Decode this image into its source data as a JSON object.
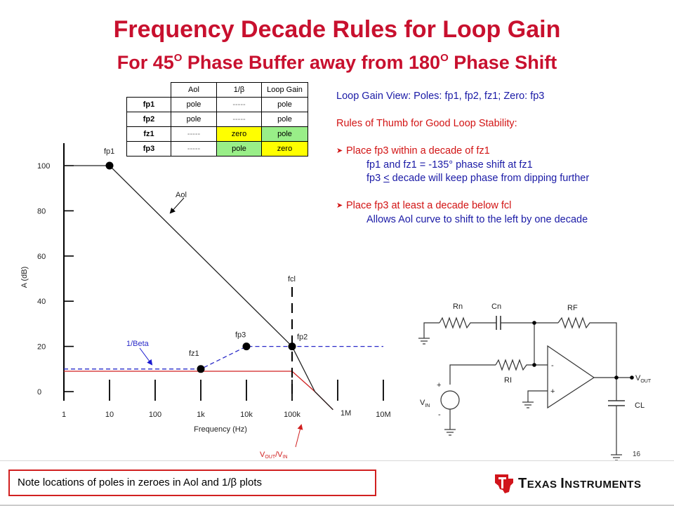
{
  "title": {
    "line1": "Frequency Decade Rules for Loop Gain",
    "line2_pre": "For 45",
    "line2_sup1": "O",
    "line2_mid": " Phase Buffer away from 180",
    "line2_sup2": "O",
    "line2_post": " Phase Shift"
  },
  "table": {
    "headers": [
      "Aol",
      "1/β",
      "Loop Gain"
    ],
    "rows": [
      {
        "label": "fp1",
        "cells": [
          "pole",
          "-----",
          "pole"
        ],
        "styles": [
          "",
          "dim",
          ""
        ]
      },
      {
        "label": "fp2",
        "cells": [
          "pole",
          "-----",
          "pole"
        ],
        "styles": [
          "",
          "dim",
          ""
        ]
      },
      {
        "label": "fz1",
        "cells": [
          "-----",
          "zero",
          "pole"
        ],
        "styles": [
          "dim",
          "yel",
          "grn"
        ]
      },
      {
        "label": "fp3",
        "cells": [
          "-----",
          "pole",
          "zero"
        ],
        "styles": [
          "dim",
          "grn",
          "yel"
        ]
      }
    ]
  },
  "notes": {
    "view": "Loop Gain View: Poles: fp1, fp2, fz1; Zero: fp3",
    "rules_title": "Rules of Thumb for Good Loop Stability:",
    "bullet1": "Place fp3 within a decade of fz1",
    "bullet1_sub1": "fp1 and fz1 = -135° phase shift at fz1",
    "bullet1_sub2_pre": "fp3 ",
    "bullet1_sub2_ul": "<",
    "bullet1_sub2_post": " decade will keep phase from dipping further",
    "bullet2": "Place fp3 at least a decade below fcl",
    "bullet2_sub1": "Allows Aol curve to shift to the left by one decade",
    "bullet_glyph": "➤"
  },
  "chart": {
    "ylabel": "A (dB)",
    "xlabel": "Frequency (Hz)",
    "yticks": [
      "0",
      "20",
      "40",
      "60",
      "80",
      "100"
    ],
    "xticks": [
      "1",
      "10",
      "100",
      "1k",
      "10k",
      "100k",
      "1M",
      "10M"
    ],
    "labels": {
      "fp1": "fp1",
      "aol": "Aol",
      "fcl": "fcl",
      "fp3": "fp3",
      "fp2": "fp2",
      "fz1": "fz1",
      "beta": "1/Beta",
      "vout": "V",
      "vout_sub": "OUT",
      "slash": "/V",
      "vin_sub": "IN"
    },
    "colors": {
      "aol": "#222222",
      "beta": "#2a2ac8",
      "closed": "#d02020",
      "point": "#000000"
    }
  },
  "chart_data": {
    "type": "line",
    "title": "",
    "xlabel": "Frequency (Hz)",
    "ylabel": "A (dB)",
    "x_scale": "log",
    "xlim": [
      1,
      10000000
    ],
    "ylim": [
      0,
      100
    ],
    "grid": false,
    "series": [
      {
        "name": "Aol",
        "x": [
          1,
          10,
          100000,
          316000
        ],
        "y": [
          100,
          100,
          20,
          0
        ]
      },
      {
        "name": "1/Beta",
        "x": [
          1,
          1000,
          10000,
          10000000
        ],
        "y": [
          10,
          10,
          20,
          20
        ]
      },
      {
        "name": "",
        "x": [
          1,
          100000,
          316000
        ],
        "y": [
          9,
          9,
          0
        ]
      }
    ],
    "points": [
      {
        "label": "fp1",
        "x": 10,
        "y": 100
      },
      {
        "label": "fz1",
        "x": 1000,
        "y": 10
      },
      {
        "label": "fp3",
        "x": 10000,
        "y": 20
      },
      {
        "label": "fp2",
        "x": 100000,
        "y": 20
      }
    ],
    "annotations": [
      "fcl",
      "Aol",
      "1/Beta"
    ]
  },
  "circuit": {
    "rn": "Rn",
    "cn": "Cn",
    "rf": "RF",
    "ri": "RI",
    "minus": "-",
    "plus": "+",
    "vout": "V",
    "vout_sub": "OUT",
    "vin": "V",
    "vin_sub": "IN",
    "vin_plus": "+",
    "vin_minus": "-",
    "cl": "CL"
  },
  "footer": {
    "note": "Note locations of poles in zeroes in Aol and 1/β plots",
    "page": "16",
    "logo_t": "T",
    "logo_exas": "EXAS ",
    "logo_i": "I",
    "logo_nstruments": "NSTRUMENTS"
  }
}
